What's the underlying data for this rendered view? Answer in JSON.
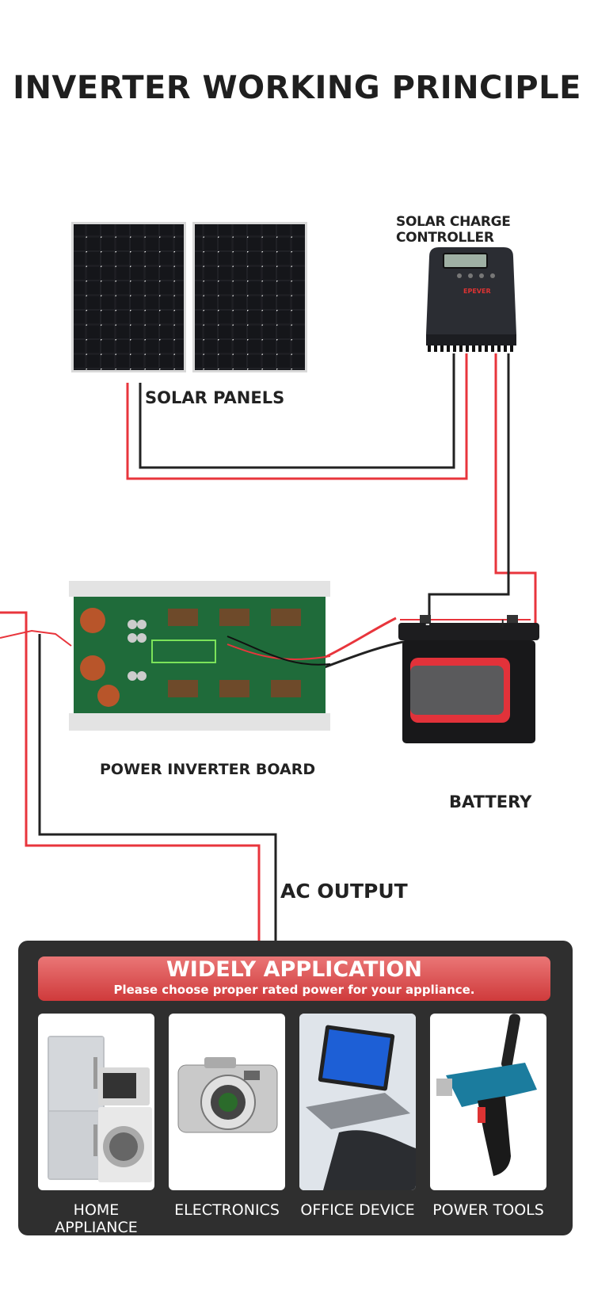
{
  "title": "INVERTER WORKING PRINCIPLE",
  "labels": {
    "solar_panels": "SOLAR PANELS",
    "charge_controller": "SOLAR CHARGE CONTROLLER",
    "inverter_board": "POWER INVERTER BOARD",
    "battery": "BATTERY",
    "ac_output": "AC OUTPUT",
    "battery_negative": "-",
    "battery_positive": "+"
  },
  "application": {
    "title": "WIDELY APPLICATION",
    "subtitle": "Please choose proper rated power for your appliance.",
    "items": [
      {
        "label": "HOME APPLIANCE",
        "icon": "home-appliance-icon"
      },
      {
        "label": "ELECTRONICS",
        "icon": "camera-icon"
      },
      {
        "label": "OFFICE DEVICE",
        "icon": "laptop-icon"
      },
      {
        "label": "POWER TOOLS",
        "icon": "drill-icon"
      }
    ]
  },
  "colors": {
    "wire_red": "#e8353c",
    "wire_black": "#222222",
    "panel_bg": "#2f2f2f",
    "banner_red": "#d84748"
  }
}
